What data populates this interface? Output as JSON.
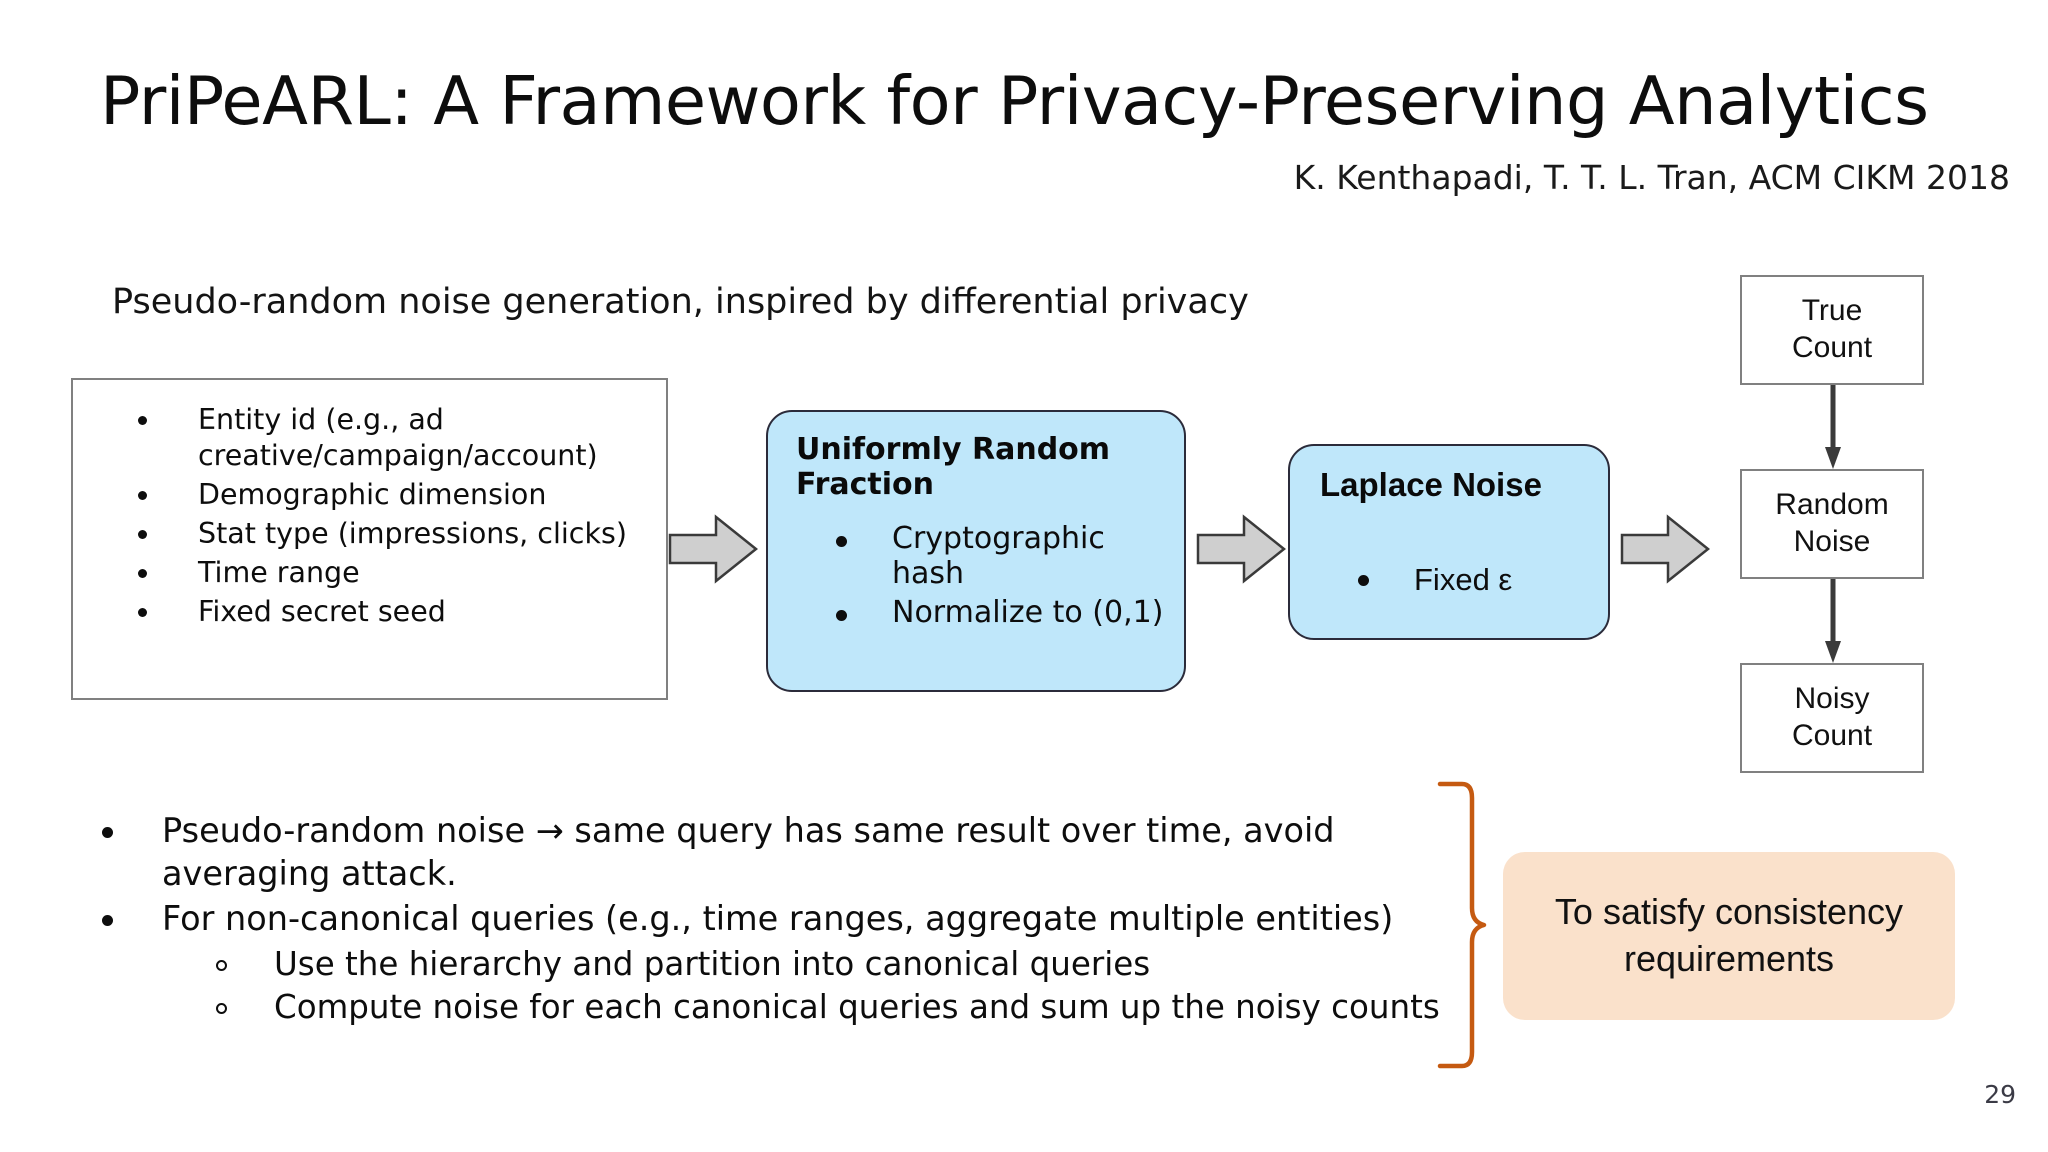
{
  "slide": {
    "title": "PriPeARL: A Framework for Privacy-Preserving Analytics",
    "subtitle": "K. Kenthapadi, T. T. L. Tran, ACM CIKM 2018",
    "section_heading": "Pseudo-random noise generation, inspired by differential privacy",
    "page_number": "29"
  },
  "inputs_box": {
    "bullets": [
      "Entity id (e.g., ad creative/campaign/account)",
      "Demographic dimension",
      "Stat type (impressions, clicks)",
      "Time range",
      "Fixed secret seed"
    ]
  },
  "uniform_random_fraction_box": {
    "title": "Uniformly Random Fraction",
    "bullets": [
      "Cryptographic hash",
      "Normalize to (0,1)"
    ]
  },
  "laplace_noise_box": {
    "title": "Laplace Noise",
    "bullets": [
      "Fixed ε"
    ]
  },
  "flow_boxes": {
    "true_count": "True\nCount",
    "random_noise": "Random\nNoise",
    "noisy_count": "Noisy\nCount"
  },
  "bottom_bullets": [
    {
      "text": "Pseudo-random noise → same query has same result over time, avoid averaging attack.",
      "sub": []
    },
    {
      "text": "For non-canonical queries (e.g., time ranges, aggregate multiple entities)",
      "sub": [
        "Use the hierarchy and partition into canonical queries",
        "Compute noise for each canonical queries and sum up the noisy counts"
      ]
    }
  ],
  "callout": {
    "text": "To satisfy consistency requirements"
  },
  "colors": {
    "blue_fill": "#bfe7fa",
    "blue_stroke": "#2b2b3a",
    "orange_fill": "#fae1cb",
    "orange_brace": "#c55a11",
    "gray_arrow_fill": "#cfcfcf",
    "gray_box_border": "#808080"
  }
}
